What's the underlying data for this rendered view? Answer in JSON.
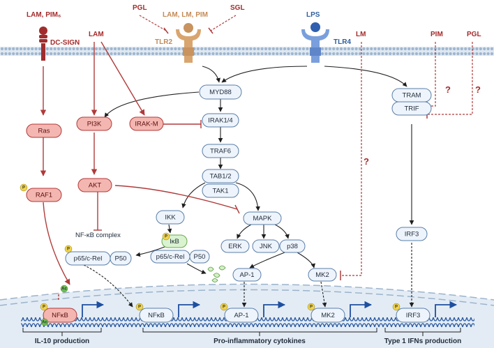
{
  "ligands": {
    "lam_pim6": "LAM, PIM₆",
    "dc_sign": "DC-SIGN",
    "lam": "LAM",
    "pgl_top": "PGL",
    "tlr2_ligands": "LAM, LM, PIM",
    "sgl": "SGL",
    "tlr2": "TLR2",
    "lps": "LPS",
    "tlr4": "TLR4",
    "lm": "LM",
    "pim_right": "PIM",
    "pgl_right": "PGL"
  },
  "nodes": {
    "myd88": "MYD88",
    "irak14": "IRAK1/4",
    "traf6": "TRAF6",
    "tab12": "TAB1/2",
    "tak1": "TAK1",
    "ikk": "IKK",
    "ikb": "IκB",
    "p65_cyto": "p65/c-Rel",
    "p50_cyto": "P50",
    "mapk": "MAPK",
    "erk": "ERK",
    "jnk": "JNK",
    "p38": "p38",
    "ap1": "AP-1",
    "mk2": "MK2",
    "tram": "TRAM",
    "trif": "TRIF",
    "irf3": "IRF3",
    "ras": "Ras",
    "raf1": "RAF1",
    "pi3k": "PI3K",
    "irakm": "IRAK-M",
    "akt": "AKT",
    "nfkb_complex": "NF-κB complex",
    "p65_complex": "p65/c-Rel",
    "p50_complex": "P50"
  },
  "nucleus": {
    "nfkb_red": "NFκB",
    "nfkb": "NFκB",
    "ap1": "AP-1",
    "mk2": "MK2",
    "irf3": "IRF3"
  },
  "markers": {
    "p": "P",
    "ac": "Ac",
    "question": "?"
  },
  "outputs": {
    "il10": "IL-10 production",
    "cytokines": "Pro-inflammatory cytokines",
    "ifn": "Type 1 IFNs production"
  },
  "colors": {
    "red": "#b03a3a",
    "node_fill": "#eef4fb",
    "node_stroke": "#5a7ea8",
    "red_fill": "#f4b6b0",
    "nucleus_fill": "#e3ecf5"
  }
}
